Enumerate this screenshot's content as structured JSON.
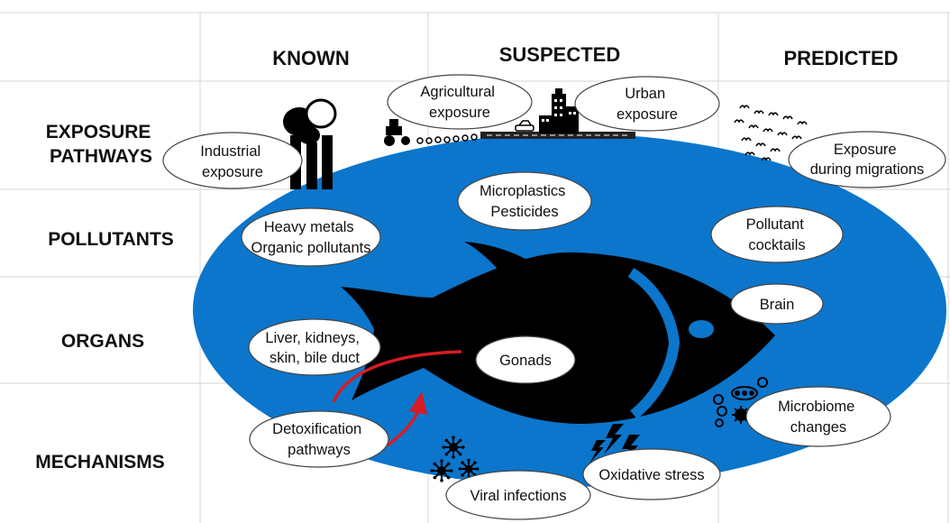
{
  "columns": {
    "known": "KNOWN",
    "suspected": "SUSPECTED",
    "predicted": "PREDICTED"
  },
  "rows": {
    "exposure": [
      "EXPOSURE",
      "PATHWAYS"
    ],
    "pollutants": "POLLUTANTS",
    "organs": "ORGANS",
    "mechanisms": "MECHANISMS"
  },
  "bubbles": {
    "industrial": [
      "Industrial",
      "exposure"
    ],
    "agricultural": [
      "Agricultural",
      "exposure"
    ],
    "urban": [
      "Urban",
      "exposure"
    ],
    "migrations": [
      "Exposure",
      "during migrations"
    ],
    "heavy_metals": [
      "Heavy metals",
      "Organic pollutants"
    ],
    "microplastics": [
      "Microplastics",
      "Pesticides"
    ],
    "cocktails": [
      "Pollutant",
      "cocktails"
    ],
    "liver": [
      "Liver, kidneys,",
      "skin, bile duct"
    ],
    "gonads": [
      "Gonads"
    ],
    "brain": [
      "Brain"
    ],
    "detox": [
      "Detoxification",
      "pathways"
    ],
    "microbiome": [
      "Microbiome",
      "changes"
    ],
    "oxidative": [
      "Oxidative stress"
    ],
    "viral": [
      "Viral infections"
    ]
  },
  "colors": {
    "lake_blue": "#0b76cc",
    "fish": "#000000",
    "arrow_red": "#d71b25"
  },
  "icons": [
    "factory-icon",
    "trees-icon",
    "tractor-icon",
    "city-icon",
    "car-icon",
    "road-icon",
    "bird-flock-icon",
    "virus-icon",
    "lightning-icon",
    "bacteria-icon"
  ]
}
